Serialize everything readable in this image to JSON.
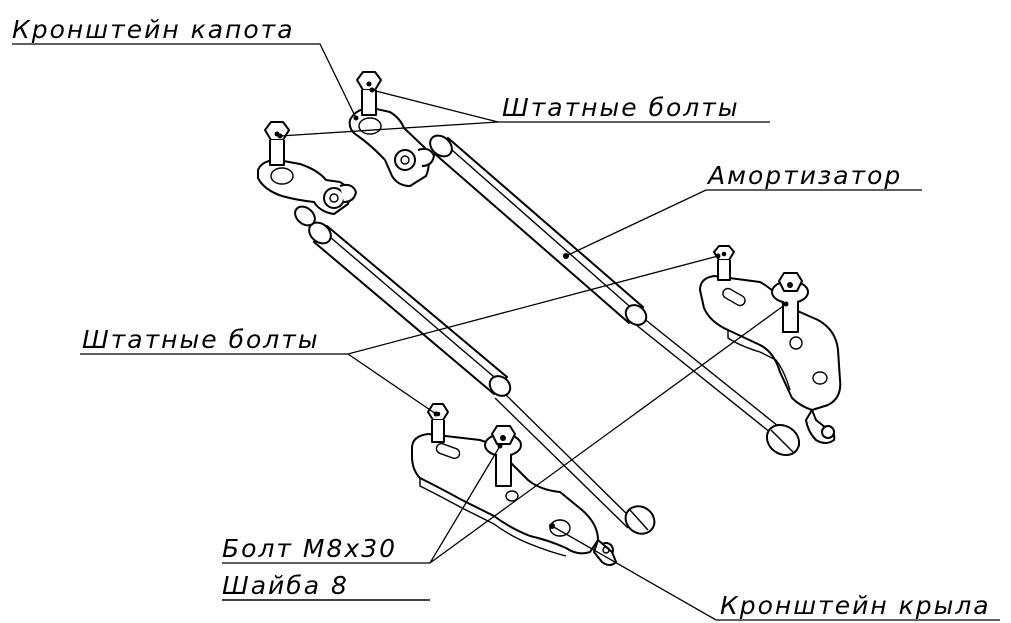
{
  "labels": {
    "hood_bracket": "Кронштейн капота",
    "stock_bolts_top": "Штатные болты",
    "shock_absorber": "Амортизатор",
    "stock_bolts_left": "Штатные болты",
    "bolt": "Болт M8x30",
    "washer": "Шайба 8",
    "fender_bracket": "Кронштейн крыла"
  }
}
